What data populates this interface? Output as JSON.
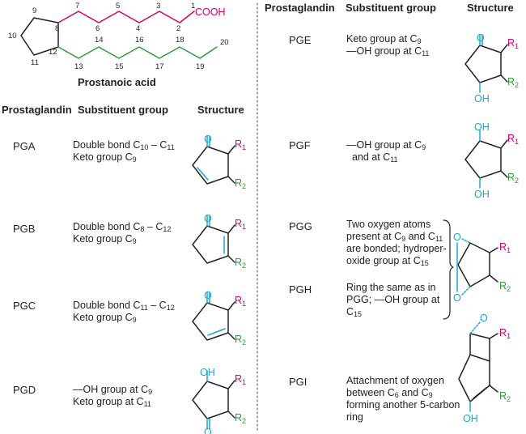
{
  "title": "Prostanoic acid",
  "headers": {
    "prostaglandin": "Prostaglandin",
    "substituent": "Substituent group",
    "structure": "Structure"
  },
  "colors": {
    "pink": "#d4006f",
    "cyan": "#1aa7d8",
    "green": "#2e9a3a",
    "black": "#222222"
  },
  "prostanoic": {
    "carboxyl": "COOH",
    "carbon_numbers": [
      "1",
      "2",
      "3",
      "4",
      "5",
      "6",
      "7",
      "8",
      "9",
      "10",
      "11",
      "12",
      "13",
      "14",
      "15",
      "16",
      "17",
      "18",
      "19",
      "20"
    ]
  },
  "atoms": {
    "O": "O",
    "OH": "OH",
    "R1": "R",
    "R2": "R",
    "sub1": "1",
    "sub2": "2"
  },
  "rows": [
    {
      "id": "pga",
      "abbr": "PGA",
      "desc": [
        "Double bond C<sub>10</sub> – C<sub>11</sub>",
        "Keto group C<sub>9</sub>"
      ]
    },
    {
      "id": "pgb",
      "abbr": "PGB",
      "desc": [
        "Double bond C<sub>8</sub> – C<sub>12</sub>",
        "Keto group C<sub>9</sub>"
      ]
    },
    {
      "id": "pgc",
      "abbr": "PGC",
      "desc": [
        "Double bond C<sub>11</sub> – C<sub>12</sub>",
        "Keto group C<sub>9</sub>"
      ]
    },
    {
      "id": "pgd",
      "abbr": "PGD",
      "desc": [
        "—OH group at C<sub>9</sub>",
        "Keto group at C<sub>11</sub>"
      ]
    },
    {
      "id": "pge",
      "abbr": "PGE",
      "desc": [
        "Keto group at C<sub>9</sub>",
        "—OH group at C<sub>11</sub>"
      ]
    },
    {
      "id": "pgf",
      "abbr": "PGF",
      "desc": [
        "—OH group at C<sub>9</sub>",
        "&nbsp;&nbsp;and at C<sub>11</sub>"
      ]
    },
    {
      "id": "pgg",
      "abbr": "PGG",
      "desc": [
        "Two oxygen atoms",
        "present at C<sub>9</sub> and C<sub>11</sub>",
        "are bonded; hydroper-",
        "oxide group at C<sub>15</sub>"
      ]
    },
    {
      "id": "pgh",
      "abbr": "PGH",
      "desc": [
        "Ring the same as in",
        "PGG; —OH group at",
        "C<sub>15</sub>"
      ]
    },
    {
      "id": "pgi",
      "abbr": "PGI",
      "desc": [
        "Attachment of oxygen",
        "between C<sub>6</sub> and C<sub>9</sub>",
        "forming another 5-carbon",
        "ring"
      ]
    }
  ]
}
